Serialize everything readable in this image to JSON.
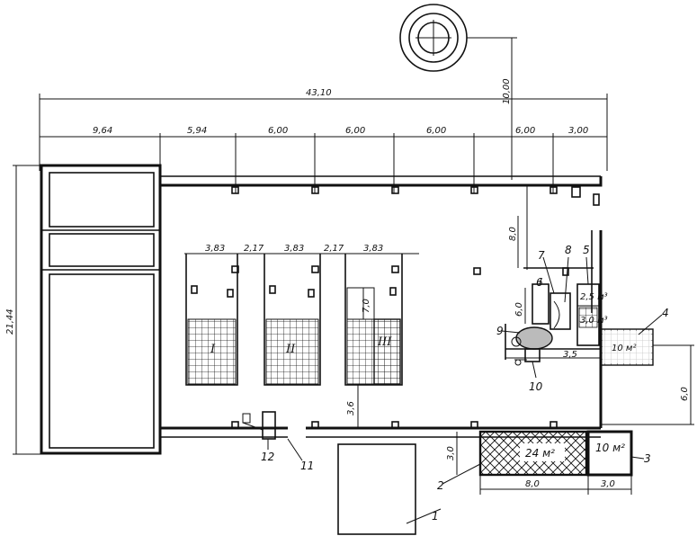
{
  "dimensions": {
    "overall_length": "43,10",
    "chimney_offset": "10,00",
    "overall_width": "21,44",
    "segments": [
      "9,64",
      "5,94",
      "6,00",
      "6,00",
      "6,00",
      "6,00",
      "3,00"
    ],
    "pool_widths": [
      "3,83",
      "2,17",
      "3,83",
      "2,17",
      "3,83"
    ],
    "pool_depth": "7,0",
    "corridor_depth": "3,6",
    "side_room_depth": "6,0",
    "side_offset": "8,0",
    "bay_depth": "6,0",
    "strip": "3,5",
    "right_offset": "6,0",
    "annex_depth": "3,0",
    "annex_width": "8,0",
    "small_width": "3,0"
  },
  "pools": [
    "I",
    "II",
    "III"
  ],
  "areas": {
    "annex_main": "24 м²",
    "annex_small": "10 м²",
    "area_4": "10 м²",
    "tank_upper": "2,5 м³",
    "tank_lower": "3,0 м³"
  },
  "callouts": [
    "1",
    "2",
    "3",
    "4",
    "5",
    "6",
    "7",
    "8",
    "9",
    "10",
    "11",
    "12"
  ]
}
